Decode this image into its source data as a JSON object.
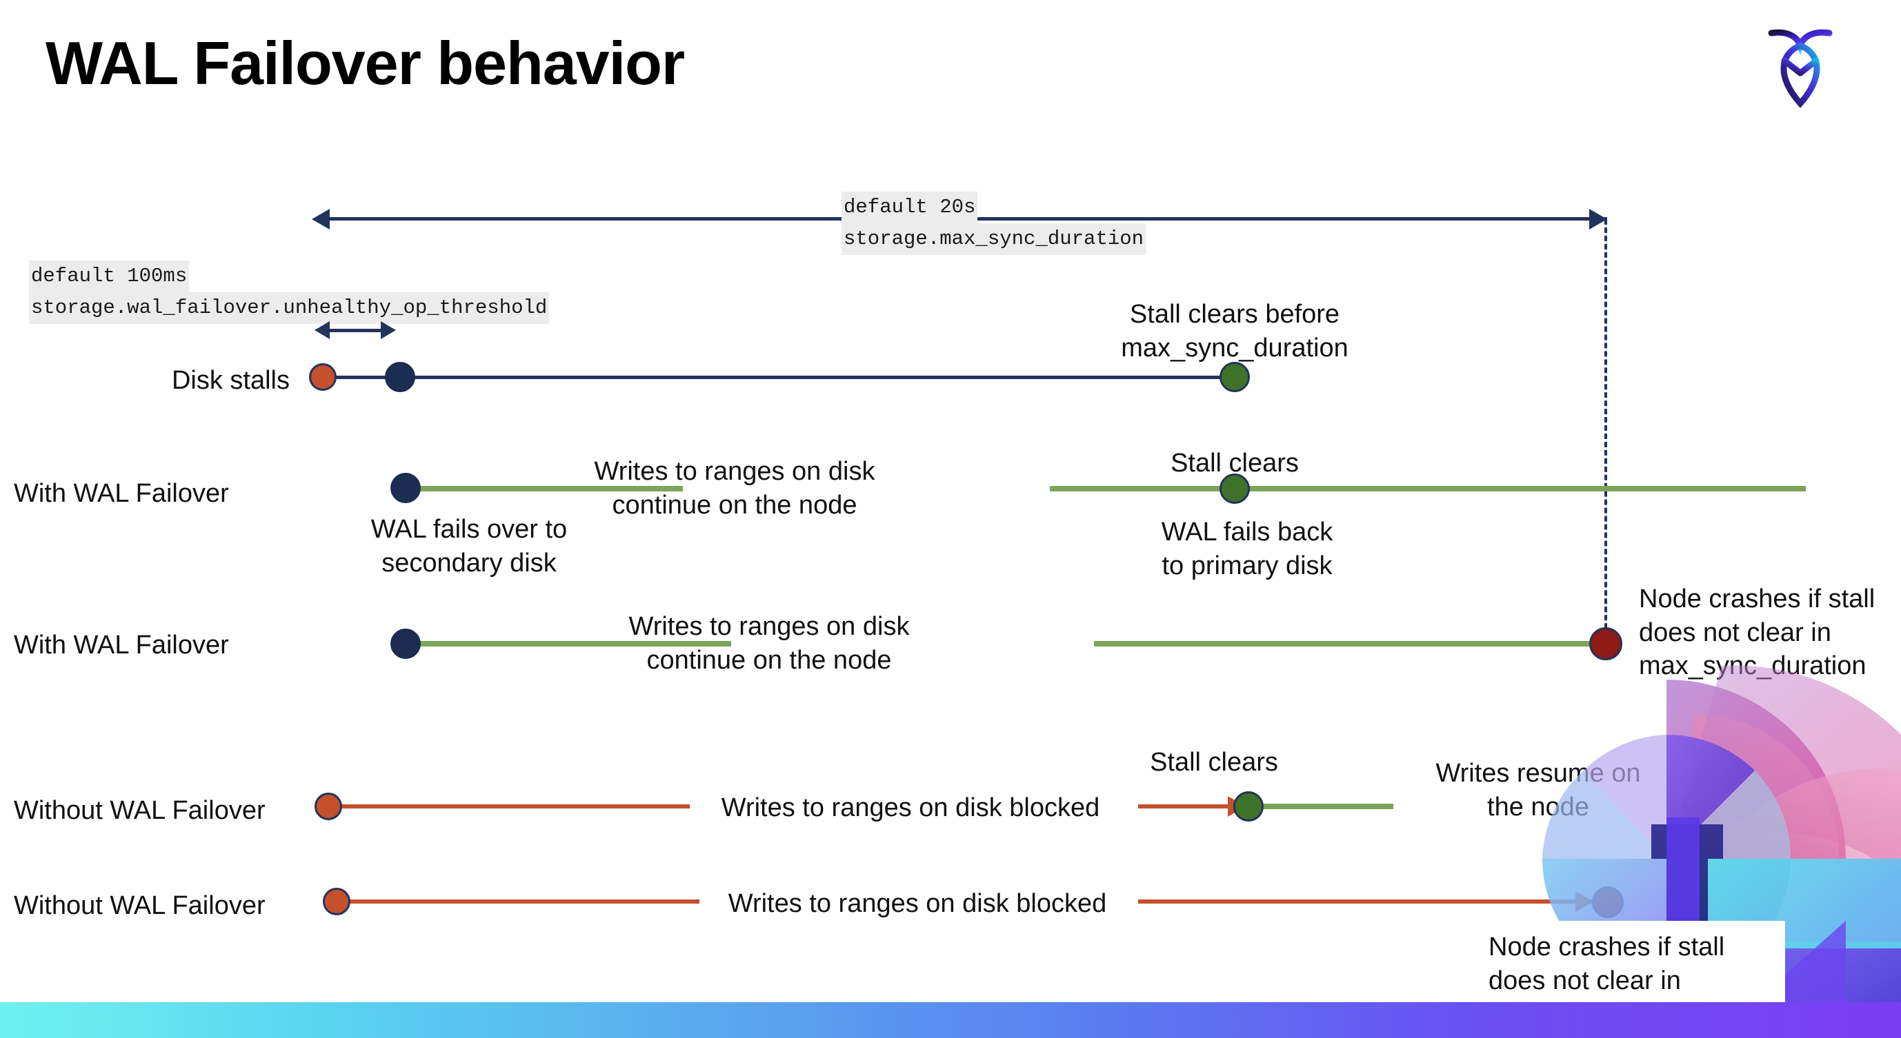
{
  "slide": {
    "title": "WAL Failover behavior",
    "logo_name": "cockroachdb-logo"
  },
  "config_labels": [
    {
      "name": "unhealthy-op-threshold",
      "default": "default 100ms",
      "setting": "storage.wal_failover.unhealthy_op_threshold"
    },
    {
      "name": "max-sync-duration",
      "default": "default 20s",
      "setting": "storage.max_sync_duration"
    }
  ],
  "rows": [
    {
      "id": "disk-stalls",
      "label": "Disk stalls",
      "annotations": [
        "Stall clears before\nmax_sync_duration"
      ]
    },
    {
      "id": "with-wal-failover-1",
      "label": "With WAL Failover",
      "annotations": [
        "Writes to ranges on disk\ncontinue on the node",
        "Stall clears",
        "WAL fails over to\nsecondary disk",
        "WAL fails  back\nto primary disk"
      ]
    },
    {
      "id": "with-wal-failover-2",
      "label": "With WAL Failover",
      "annotations": [
        "Writes to ranges on disk\ncontinue on the node",
        "Node crashes if stall\ndoes not clear in\nmax_sync_duration"
      ]
    },
    {
      "id": "without-wal-failover-1",
      "label": "Without WAL Failover",
      "annotations": [
        "Writes to ranges on disk  blocked",
        "Stall clears",
        "Writes resume on\nthe node"
      ]
    },
    {
      "id": "without-wal-failover-2",
      "label": "Without WAL Failover",
      "annotations": [
        "Writes to ranges on disk  blocked",
        "Node crashes if stall\ndoes not clear in\nmax_sync_duration"
      ]
    }
  ],
  "texts": {
    "disk_stalls_label": "Disk stalls",
    "with_wal_failover_1": "With WAL Failover",
    "with_wal_failover_2": "With WAL Failover",
    "without_wal_failover_1": "Without WAL Failover",
    "without_wal_failover_2": "Without WAL Failover",
    "stall_clears_before": "Stall clears before\nmax_sync_duration",
    "writes_continue_1": "Writes to ranges on disk\ncontinue on the node",
    "writes_continue_2": "Writes to ranges on disk\ncontinue on the node",
    "stall_clears_a": "Stall clears",
    "stall_clears_b": "Stall clears",
    "wal_fails_over": "WAL fails over to\nsecondary disk",
    "wal_fails_back": "WAL fails  back\nto primary disk",
    "node_crashes_1": "Node crashes if stall\ndoes not clear in\nmax_sync_duration",
    "node_crashes_2": "Node crashes if stall\ndoes not clear in\nmax_sync_duration",
    "writes_blocked_1": "Writes to ranges on disk  blocked",
    "writes_blocked_2": "Writes to ranges on disk  blocked",
    "writes_resume": "Writes resume on\nthe node",
    "default_100ms": "default 100ms",
    "setting_unhealthy": "storage.wal_failover.unhealthy_op_threshold",
    "default_20s": "default 20s",
    "setting_max_sync": "storage.max_sync_duration"
  },
  "colors": {
    "navy": "#22335c",
    "green_line": "#7ba559",
    "green_dot": "#3f7229",
    "red_line": "#c4502c",
    "orange_dot": "#c4502c",
    "dark_red_dot": "#8e1b15",
    "code_bg": "#ececec",
    "text": "#111111"
  }
}
